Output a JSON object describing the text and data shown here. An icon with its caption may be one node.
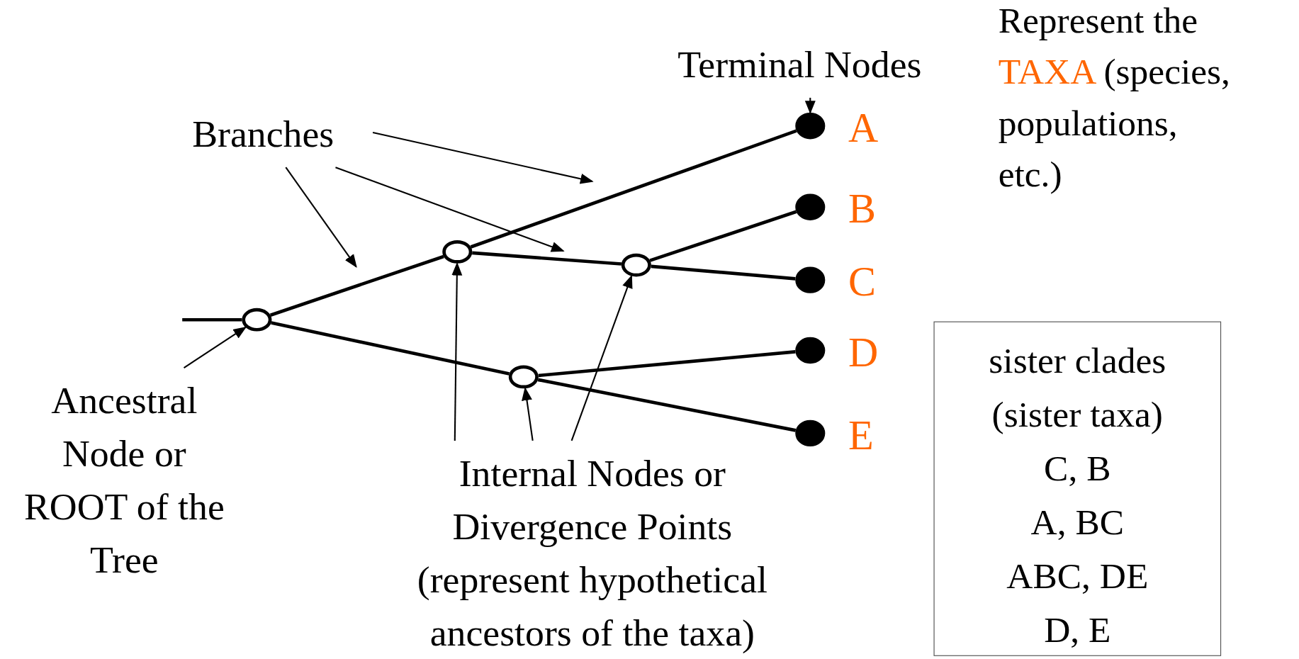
{
  "diagram": {
    "nodes": [
      {
        "text": [
          "Branches"
        ]
      },
      {
        "text": [
          "Terminal Nodes"
        ]
      },
      {
        "text": [
          "Ancestral Node or ROOT of the Tree"
        ]
      },
      {
        "text": [
          "Internal Nodes or Divergence Points (represent hypothetical ancestors of the taxa)"
        ]
      },
      {
        "text": [],
        "shape": "circle"
      },
      {
        "text": [],
        "shape": "circle"
      },
      {
        "text": [],
        "shape": "circle"
      },
      {
        "text": [],
        "shape": "circle"
      },
      {
        "text": [],
        "shape": "circle",
        "beside": [
          "A"
        ]
      },
      {
        "text": [],
        "shape": "circle",
        "beside": [
          "B"
        ]
      },
      {
        "text": [],
        "shape": "circle",
        "beside": [
          "C"
        ]
      },
      {
        "text": [],
        "shape": "circle",
        "beside": [
          "D"
        ]
      },
      {
        "text": [],
        "shape": "circle",
        "beside": [
          "E"
        ]
      },
      {
        "text": [
          "sister clades (sister taxa)",
          "C, B",
          "A, BC",
          "ABC, DE",
          "D, E"
        ]
      }
    ],
    "edges": [
      {
        "from": null,
        "to": 4,
        "arrow": "none"
      },
      {
        "from": 4,
        "to": 5,
        "arrow": "none"
      },
      {
        "from": 5,
        "to": 8,
        "arrow": "none"
      },
      {
        "from": 5,
        "to": 6,
        "arrow": "none"
      },
      {
        "from": 6,
        "to": 9,
        "arrow": "none"
      },
      {
        "from": 6,
        "to": 10,
        "arrow": "none"
      },
      {
        "from": 4,
        "to": 7,
        "arrow": "none"
      },
      {
        "from": 7,
        "to": 11,
        "arrow": "none"
      },
      {
        "from": 7,
        "to": 12,
        "arrow": "none"
      },
      {
        "from": 0,
        "to": null,
        "arrow": "to"
      },
      {
        "from": 0,
        "to": null,
        "arrow": "to"
      },
      {
        "from": 0,
        "to": null,
        "arrow": "to"
      },
      {
        "from": 1,
        "to": 8,
        "arrow": "to"
      },
      {
        "from": 2,
        "to": 4,
        "arrow": "to"
      },
      {
        "from": 3,
        "to": 5,
        "arrow": "to"
      },
      {
        "from": 3,
        "to": 6,
        "arrow": "to"
      },
      {
        "from": 3,
        "to": 7,
        "arrow": "to"
      }
    ],
    "labels": [
      "Represent the TAXA (species, populations, etc.)"
    ]
  }
}
